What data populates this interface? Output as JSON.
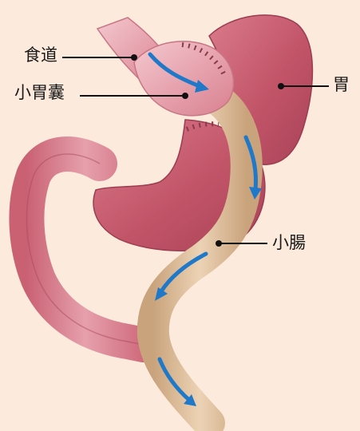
{
  "labels": {
    "esophagus": "食道",
    "small_pouch": "小胃囊",
    "stomach": "胃",
    "small_intestine": "小腸"
  },
  "colors": {
    "background": "#fcebdc",
    "stomach": "#c45a6c",
    "pouch": "#e7a3b0",
    "intestine": "#dfbf9a",
    "arrow": "#1f78c8",
    "leader": "#111111"
  }
}
